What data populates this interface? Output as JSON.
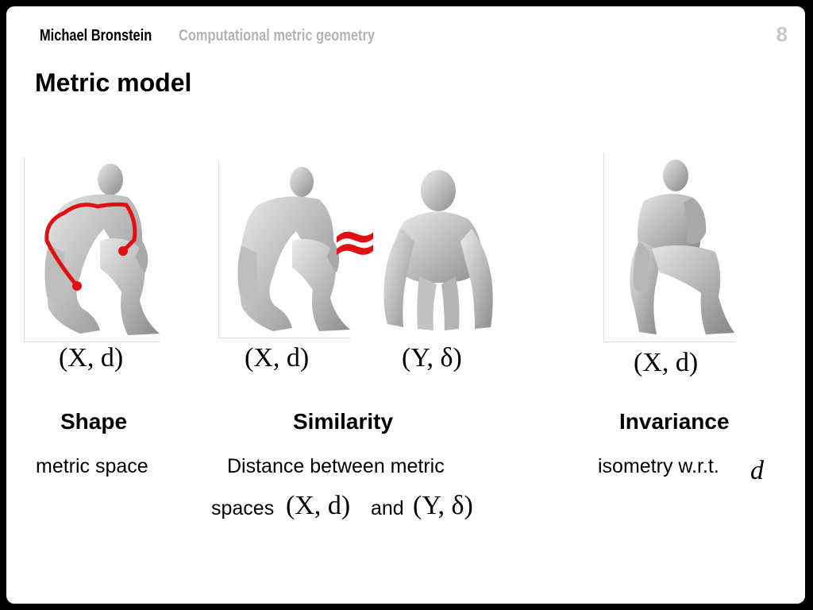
{
  "header": {
    "author": "Michael Bronstein",
    "course": "Computational metric geometry",
    "page": "8"
  },
  "slide_title": "Metric model",
  "figures": {
    "shape": {
      "icon": "kneeling-human-with-geodesic-icon",
      "label": "(X, d)"
    },
    "similarity_left": {
      "icon": "kneeling-human-icon",
      "label": "(X, d)"
    },
    "similarity_symbol": "≈",
    "similarity_right": {
      "icon": "gorilla-icon",
      "label": "(Y, δ)"
    },
    "invariance": {
      "icon": "sitting-human-icon",
      "label": "(X, d)"
    }
  },
  "columns": {
    "shape": {
      "heading": "Shape",
      "text": "metric space"
    },
    "similarity": {
      "heading": "Similarity",
      "line1": "Distance between metric",
      "line2_prefix": "spaces",
      "line2_math1": "(X, d)",
      "line2_and": "and",
      "line2_math2": "(Y, δ)"
    },
    "invariance": {
      "heading": "Invariance",
      "text": "isometry w.r.t.",
      "math": "d"
    }
  },
  "colors": {
    "geodesic": "#e01010",
    "page_number": "#c8c8c8",
    "course": "#b4b4b4"
  }
}
